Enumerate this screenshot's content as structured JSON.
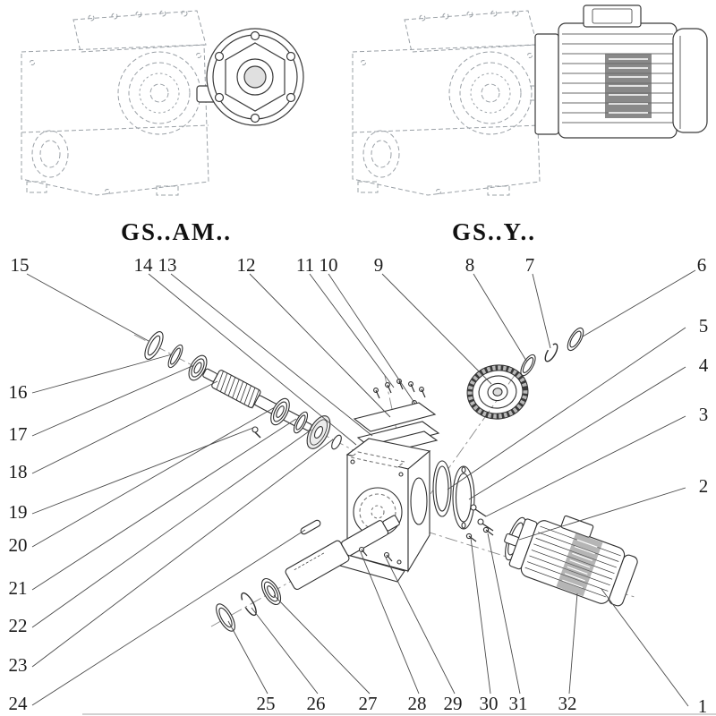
{
  "models": {
    "left": "GS..AM..",
    "right": "GS..Y.."
  },
  "callouts": {
    "n1": "1",
    "n2": "2",
    "n3": "3",
    "n4": "4",
    "n5": "5",
    "n6": "6",
    "n7": "7",
    "n8": "8",
    "n9": "9",
    "n10": "10",
    "n11": "11",
    "n12": "12",
    "n13": "13",
    "n14": "14",
    "n15": "15",
    "n16": "16",
    "n17": "17",
    "n18": "18",
    "n19": "19",
    "n20": "20",
    "n21": "21",
    "n22": "22",
    "n23": "23",
    "n24": "24",
    "n25": "25",
    "n26": "26",
    "n27": "27",
    "n28": "28",
    "n29": "29",
    "n30": "30",
    "n31": "31",
    "n32": "32"
  },
  "colors": {
    "background": "#ffffff",
    "solid_line": "#2f2f2f",
    "dashed_outline": "#9aa0a6",
    "callout_text": "#1c1c1c"
  }
}
